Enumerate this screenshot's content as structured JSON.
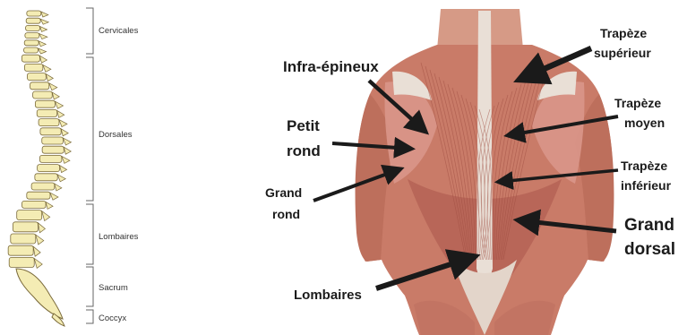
{
  "colors": {
    "vertebra_fill": "#f4ecb4",
    "vertebra_stroke": "#7a6a3a",
    "muscle_base": "#c97b68",
    "muscle_dark": "#a9564a",
    "tendon": "#e9dfd6",
    "bracket": "#666666",
    "arrow": "#1a1a1a",
    "label": "#1b1b1b"
  },
  "spine_regions": [
    {
      "id": "cervicales",
      "label": "Cervicales"
    },
    {
      "id": "dorsales",
      "label": "Dorsales"
    },
    {
      "id": "lombaires",
      "label": "Lombaires"
    },
    {
      "id": "sacrum",
      "label": "Sacrum"
    },
    {
      "id": "coccyx",
      "label": "Coccyx"
    }
  ],
  "muscle_labels": {
    "infra_epineux": "Infra-épineux",
    "petit_rond_1": "Petit",
    "petit_rond_2": "rond",
    "grand_rond_1": "Grand",
    "grand_rond_2": "rond",
    "lombaires": "Lombaires",
    "trapeze_sup_1": "Trapèze",
    "trapeze_sup_2": "supérieur",
    "trapeze_moy_1": "Trapèze",
    "trapeze_moy_2": "moyen",
    "trapeze_inf_1": "Trapèze",
    "trapeze_inf_2": "inférieur",
    "grand_dorsal_1": "Grand",
    "grand_dorsal_2": "dorsal"
  }
}
